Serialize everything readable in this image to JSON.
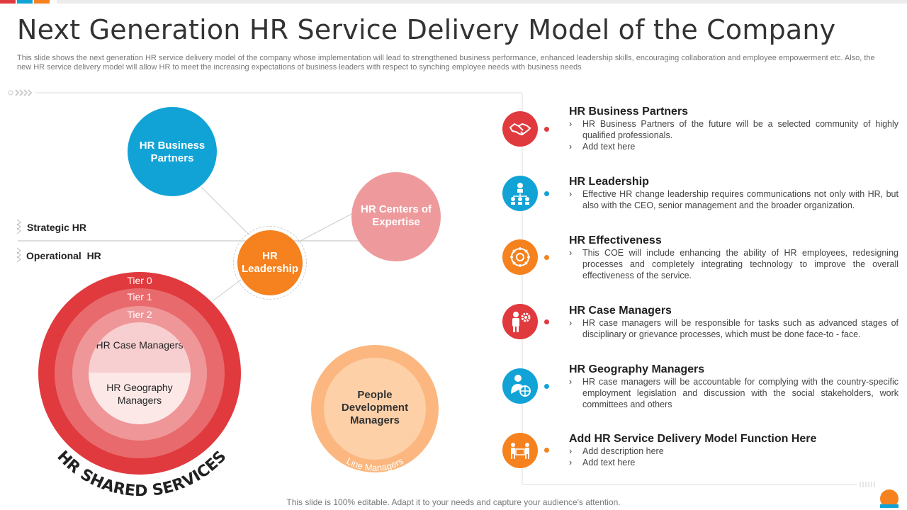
{
  "title": "Next Generation HR Service Delivery Model of the Company",
  "subtitle": "This slide shows the next generation HR service delivery model of the company whose implementation will lead to strengthened business performance, enhanced leadership skills, encouraging collaboration and employee empowerment etc. Also, the new HR service delivery model will allow HR to meet the increasing expectations of business leaders with respect to synching employee needs with business needs",
  "diagram": {
    "strategic_label": "Strategic HR",
    "operational_label": "Operational  HR",
    "business_partners": "HR Business Partners",
    "centers_of_expertise": "HR Centers of Expertise",
    "leadership": "HR Leadership",
    "people_dev": "People Development Managers",
    "line_managers": "Line Managers",
    "tiers": [
      "Tier 0",
      "Tier 1",
      "Tier 2"
    ],
    "case_managers": "HR Case Managers",
    "geography_managers": "HR Geography Managers",
    "shared_services": "HR SHARED SERVICES"
  },
  "items": [
    {
      "title": "HR Business Partners",
      "icon": "handshake-icon",
      "color": "#e03a3e",
      "bullets": [
        "HR Business Partners of the future will be a selected community of highly qualified professionals.",
        "Add text here"
      ]
    },
    {
      "title": "HR Leadership",
      "icon": "team-hierarchy-icon",
      "color": "#12a3d6",
      "bullets": [
        "Effective HR change leadership requires communications not only with HR, but also with the CEO, senior management and the broader organization."
      ]
    },
    {
      "title": "HR Effectiveness",
      "icon": "process-cycle-icon",
      "color": "#f5821f",
      "bullets": [
        "This COE will include enhancing the ability of HR employees, redesigning processes and completely integrating technology to improve the overall effectiveness of the service."
      ]
    },
    {
      "title": "HR Case Managers",
      "icon": "person-gear-icon",
      "color": "#e03a3e",
      "bullets": [
        "HR case managers will be responsible for tasks such as advanced stages of disciplinary or grievance processes, which must be done face-to - face."
      ]
    },
    {
      "title": "HR Geography Managers",
      "icon": "person-globe-icon",
      "color": "#12a3d6",
      "bullets": [
        "HR case managers will be accountable for complying with the country-specific employment legislation and discussion with the social stakeholders, work committees and others"
      ]
    },
    {
      "title": "Add HR Service Delivery Model Function Here",
      "icon": "people-board-icon",
      "color": "#f5821f",
      "bullets": [
        "Add description here",
        "Add text here"
      ]
    }
  ],
  "footer": "This slide is 100% editable. Adapt it to your needs and capture your audience's attention.",
  "colors": {
    "red": "#e03a3e",
    "blue": "#12a3d6",
    "orange": "#f5821f",
    "pink": "#ee9a9c",
    "peach": "#fbb77f"
  }
}
